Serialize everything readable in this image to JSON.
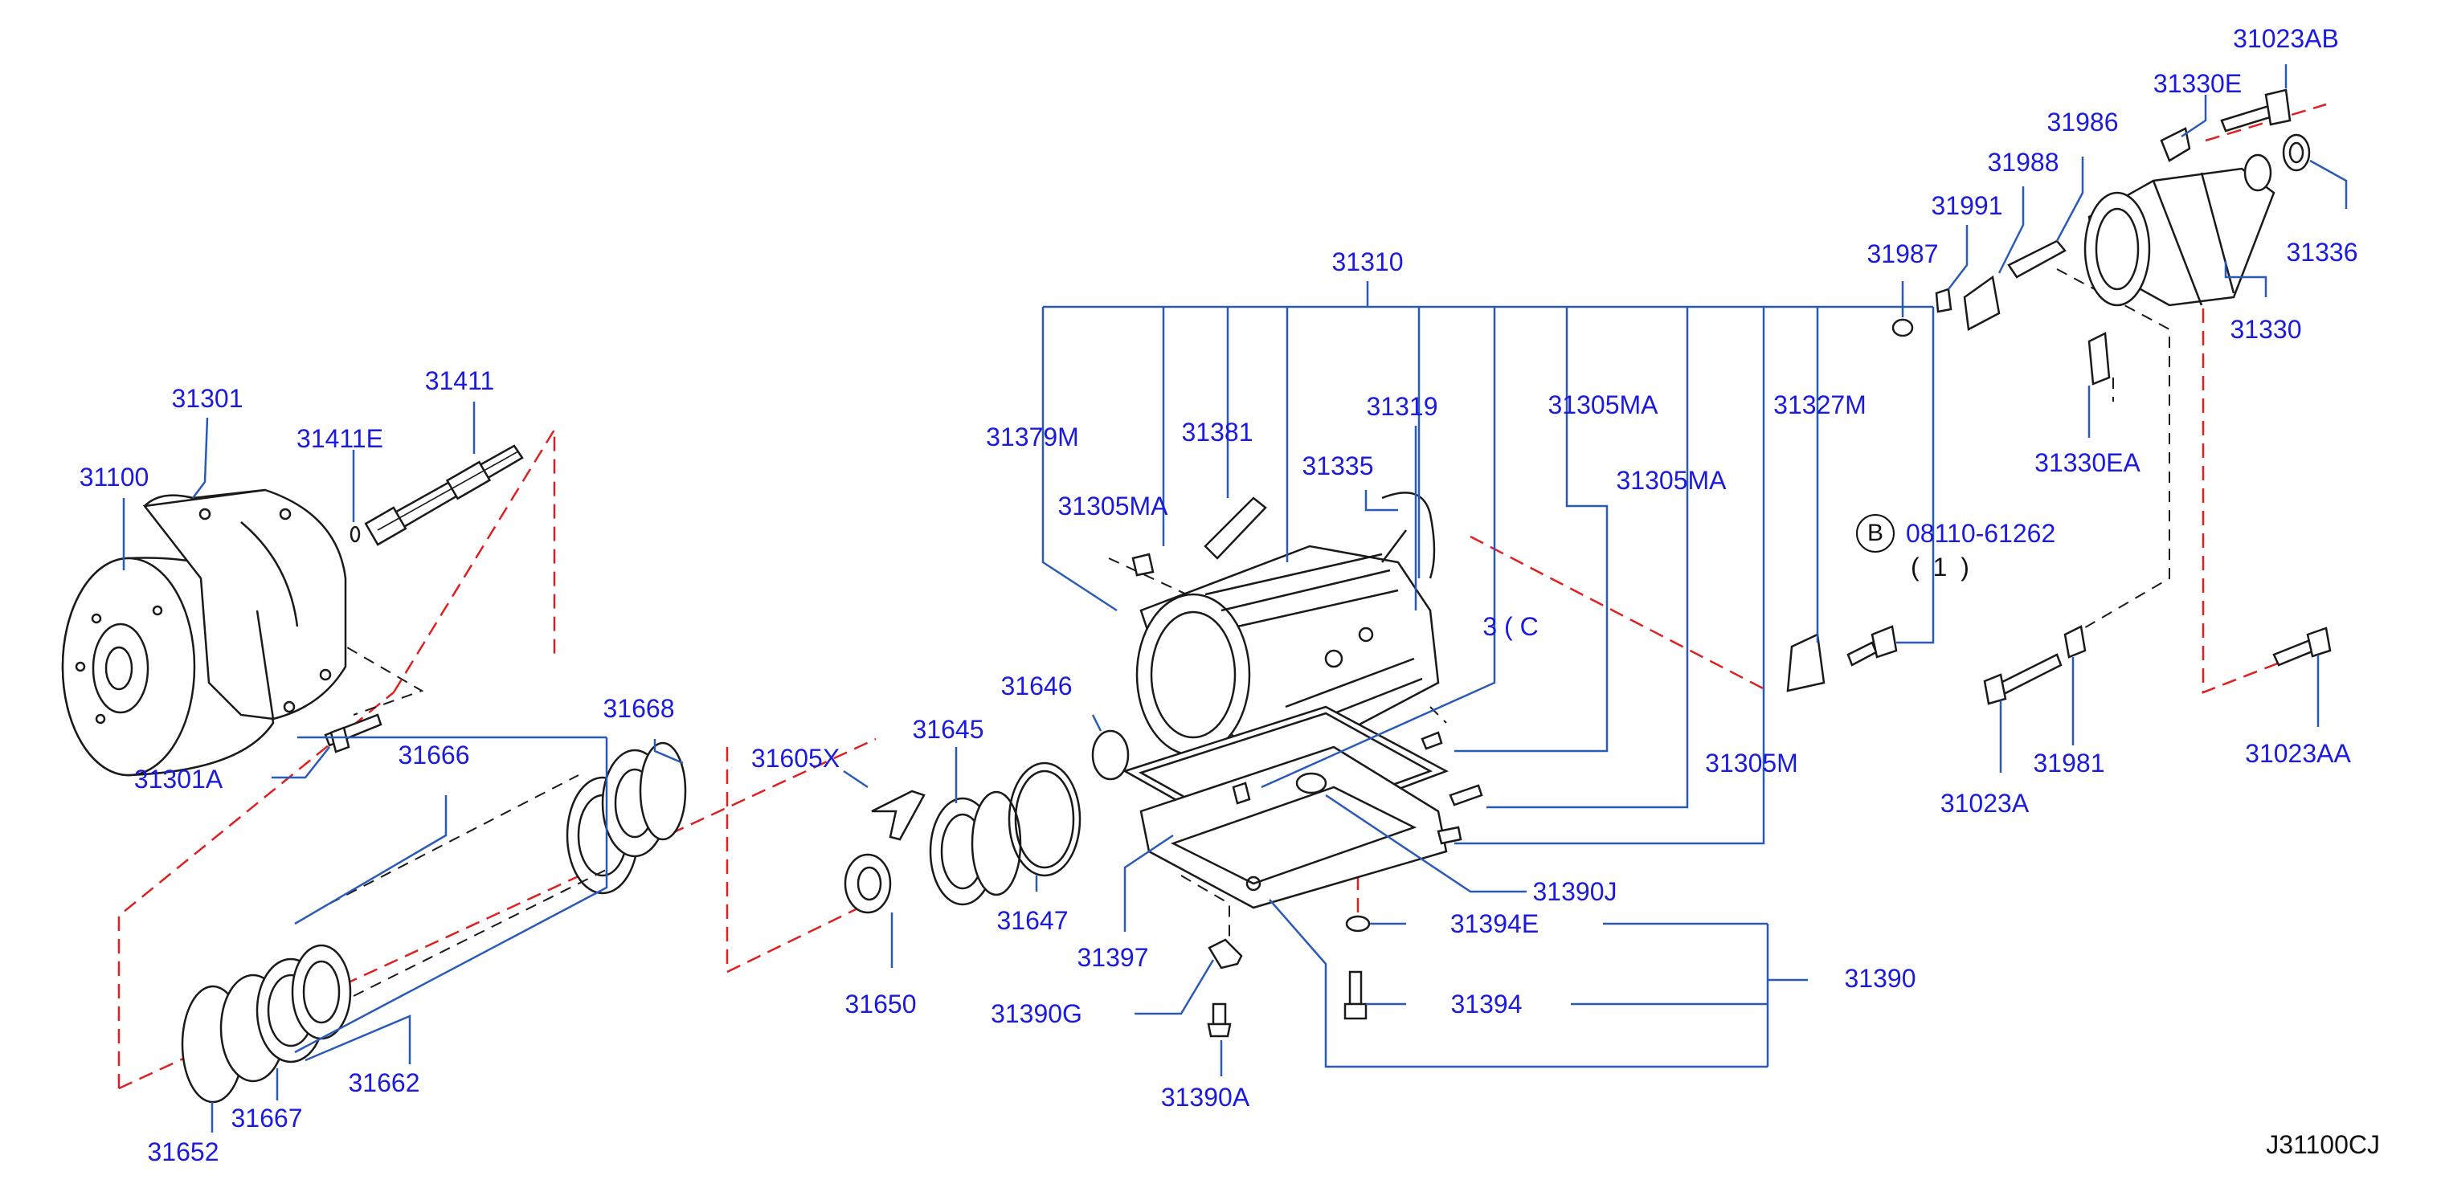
{
  "reference_code": "J31100CJ",
  "colors": {
    "label": "#1a1ae0",
    "leader": "#2a5ab8",
    "part_line": "#1a1a1a",
    "phantom": "#e02020"
  },
  "callout": {
    "letter": "B",
    "part_number": "08110-61262",
    "quantity": "( 1 )"
  },
  "labels": {
    "p31023AB": "31023AB",
    "p31330E": "31330E",
    "p31986": "31986",
    "p31988": "31988",
    "p31991": "31991",
    "p31987": "31987",
    "p31336": "31336",
    "p31330": "31330",
    "p31330EA": "31330EA",
    "p31310": "31310",
    "p31379M": "31379M",
    "p31381": "31381",
    "p31319": "31319",
    "p31305MA_a": "31305MA",
    "p31327M": "31327M",
    "p31335": "31335",
    "p31305MA_b": "31305MA",
    "p31305MA_c": "31305MA",
    "p31301": "31301",
    "p31411": "31411",
    "p31411E": "31411E",
    "p31100": "31100",
    "p31301A": "31301A",
    "p31666": "31666",
    "p31668": "31668",
    "p31605X": "31605X",
    "p31645": "31645",
    "p31646": "31646",
    "p31647": "31647",
    "p31650": "31650",
    "p31662": "31662",
    "p31667": "31667",
    "p31652": "31652",
    "p31397": "31397",
    "p31390G": "31390G",
    "p31390A": "31390A",
    "p31390J": "31390J",
    "p31394E": "31394E",
    "p31394": "31394",
    "p31390": "31390",
    "p31305M": "31305M",
    "p31023A": "31023A",
    "p31981": "31981",
    "p31023AA": "31023AA",
    "obscured": "3 ( C"
  }
}
